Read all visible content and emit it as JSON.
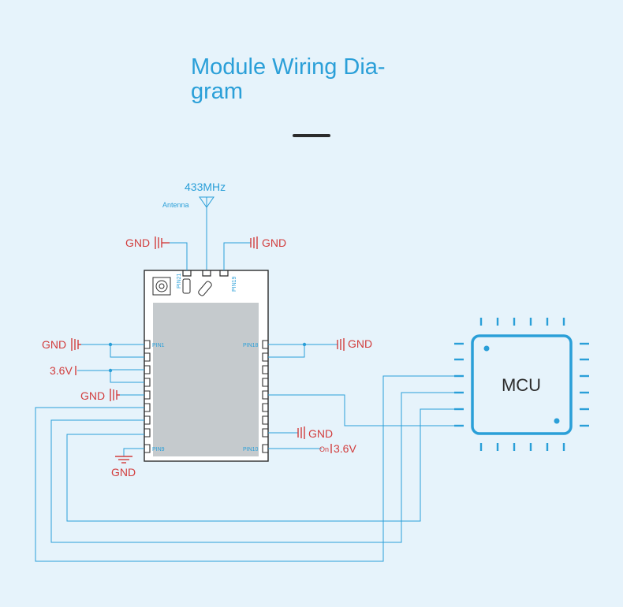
{
  "header": {
    "title_line1": "Module Wiring Dia-",
    "title_line2": "gram"
  },
  "antenna": {
    "frequency": "433MHz",
    "label": "Antenna"
  },
  "module": {
    "pin_top_left": "PIN21",
    "pin_top_right": "PIN19",
    "pin1": "PIN1",
    "pin9": "PIN9",
    "pin10": "PIN10",
    "pin18": "PIN18"
  },
  "labels": {
    "gnd": "GND",
    "voltage": "3.6V",
    "on": "On"
  },
  "mcu": {
    "label": "MCU"
  },
  "colors": {
    "background": "#e6f3fb",
    "accent_blue": "#2a9fd8",
    "power_red": "#d23c3c",
    "dark": "#2b2b2b"
  }
}
